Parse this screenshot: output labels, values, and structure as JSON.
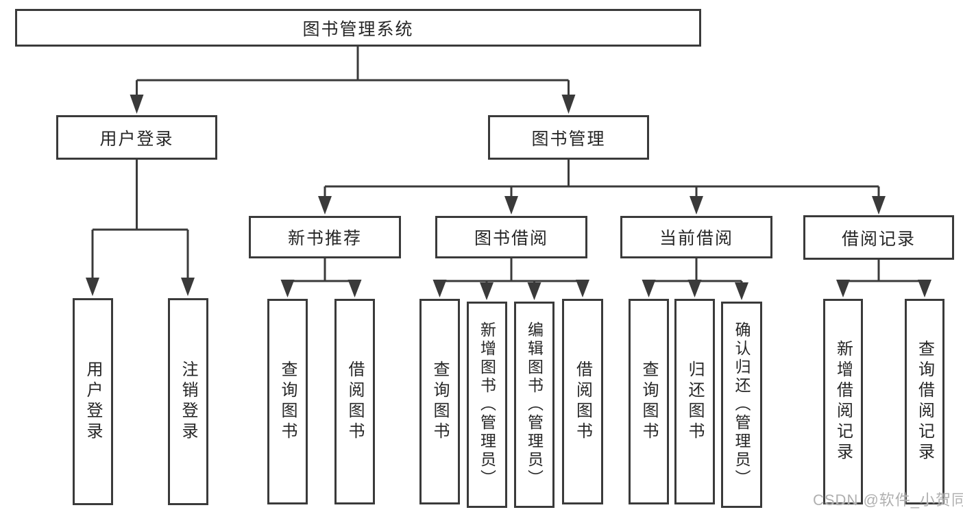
{
  "root": {
    "label": "图书管理系统"
  },
  "login": {
    "label": "用户登录",
    "children": [
      {
        "label": "用户登录"
      },
      {
        "label": "注销登录"
      }
    ]
  },
  "mgmt": {
    "label": "图书管理",
    "sections": [
      {
        "label": "新书推荐",
        "children": [
          {
            "label": "查询图书"
          },
          {
            "label": "借阅图书"
          }
        ]
      },
      {
        "label": "图书借阅",
        "children": [
          {
            "label": "查询图书"
          },
          {
            "label": "新增图书（管理员）"
          },
          {
            "label": "编辑图书（管理员）"
          },
          {
            "label": "借阅图书"
          }
        ]
      },
      {
        "label": "当前借阅",
        "children": [
          {
            "label": "查询图书"
          },
          {
            "label": "归还图书"
          },
          {
            "label": "确认归还（管理员）"
          }
        ]
      },
      {
        "label": "借阅记录",
        "children": [
          {
            "label": "新增借阅记录"
          },
          {
            "label": "查询借阅记录"
          }
        ]
      }
    ]
  },
  "watermark": {
    "text": "CSDN @软件_小贺同学"
  },
  "colors": {
    "line": "#3a3a3a",
    "text": "#262626",
    "background": "#ffffff",
    "watermark": "#b0b0b0"
  }
}
